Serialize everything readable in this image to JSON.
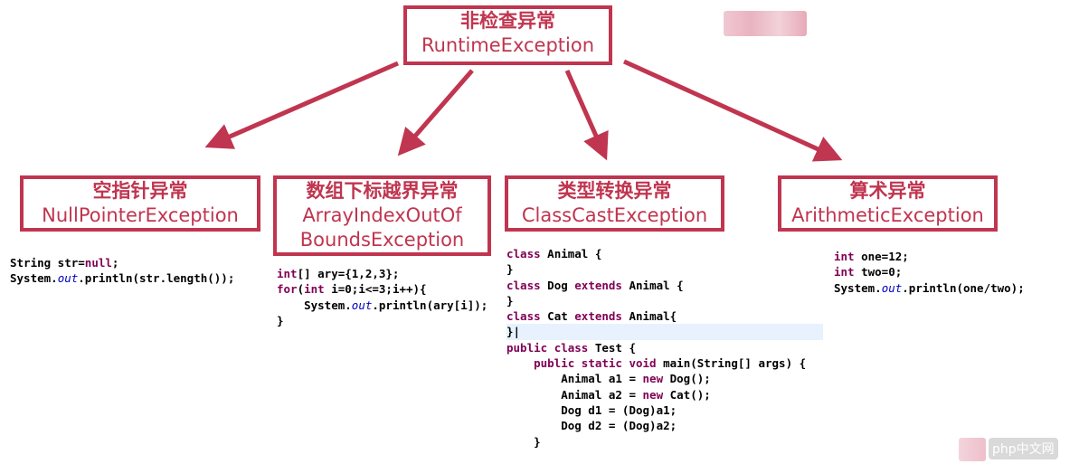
{
  "root": {
    "cn": "非检查异常",
    "en": "RuntimeException"
  },
  "children": [
    {
      "id": "npe",
      "cn": "空指针异常",
      "en_lines": [
        "NullPointerException"
      ],
      "code": [
        [
          {
            "t": "String str="
          },
          {
            "t": "null",
            "c": "kw"
          },
          {
            "t": ";"
          }
        ],
        [
          {
            "t": "System."
          },
          {
            "t": "out",
            "c": "it"
          },
          {
            "t": ".println(str.length());"
          }
        ]
      ]
    },
    {
      "id": "aioobe",
      "cn": "数组下标越界异常",
      "en_lines": [
        "ArrayIndexOutOf",
        "BoundsException"
      ],
      "code": [
        [
          {
            "t": "int",
            "c": "kw"
          },
          {
            "t": "[] ary={1,2,3};"
          }
        ],
        [
          {
            "t": "for",
            "c": "kw"
          },
          {
            "t": "("
          },
          {
            "t": "int",
            "c": "kw"
          },
          {
            "t": " i=0;i<=3;i++){"
          }
        ],
        [
          {
            "t": "    System."
          },
          {
            "t": "out",
            "c": "it"
          },
          {
            "t": ".println(ary[i]);"
          }
        ],
        [
          {
            "t": "}"
          }
        ]
      ]
    },
    {
      "id": "cce",
      "cn": "类型转换异常",
      "en_lines": [
        "ClassCastException"
      ],
      "code": [
        [
          {
            "t": "class",
            "c": "kw"
          },
          {
            "t": " Animal {"
          }
        ],
        [
          {
            "t": "}"
          }
        ],
        [
          {
            "t": "class",
            "c": "kw"
          },
          {
            "t": " Dog "
          },
          {
            "t": "extends",
            "c": "kw"
          },
          {
            "t": " Animal {"
          }
        ],
        [
          {
            "t": "}"
          }
        ],
        [
          {
            "t": "class",
            "c": "kw"
          },
          {
            "t": " Cat "
          },
          {
            "t": "extends",
            "c": "kw"
          },
          {
            "t": " Animal{"
          }
        ],
        [
          {
            "t": "}|"
          }
        ],
        [
          {
            "t": "public",
            "c": "kw"
          },
          {
            "t": " "
          },
          {
            "t": "class",
            "c": "kw"
          },
          {
            "t": " Test {"
          }
        ],
        [
          {
            "t": "    "
          },
          {
            "t": "public",
            "c": "kw"
          },
          {
            "t": " "
          },
          {
            "t": "static",
            "c": "kw"
          },
          {
            "t": " "
          },
          {
            "t": "void",
            "c": "kw"
          },
          {
            "t": " main(String[] args) {"
          }
        ],
        [
          {
            "t": "        Animal a1 = "
          },
          {
            "t": "new",
            "c": "kw"
          },
          {
            "t": " Dog();"
          }
        ],
        [
          {
            "t": "        Animal a2 = "
          },
          {
            "t": "new",
            "c": "kw"
          },
          {
            "t": " Cat();"
          }
        ],
        [
          {
            "t": "        Dog d1 = (Dog)a1;"
          }
        ],
        [
          {
            "t": "        Dog d2 = (Dog)a2;"
          }
        ],
        [
          {
            "t": "    }"
          }
        ]
      ],
      "highlight_line": 5
    },
    {
      "id": "ae",
      "cn": "算术异常",
      "en_lines": [
        "ArithmeticException"
      ],
      "code": [
        [
          {
            "t": "int",
            "c": "kw"
          },
          {
            "t": " one=12;"
          }
        ],
        [
          {
            "t": "int",
            "c": "kw"
          },
          {
            "t": " two=0;"
          }
        ],
        [
          {
            "t": "System."
          },
          {
            "t": "out",
            "c": "it"
          },
          {
            "t": ".println(one/two);"
          }
        ]
      ]
    }
  ],
  "watermark": "php中文网",
  "colors": {
    "box_border": "#c0354f",
    "box_text": "#c0354f",
    "arrow": "#c0354f",
    "keyword": "#7f0055",
    "static_field": "#0000c0",
    "highlight": "#e8f2fe"
  }
}
